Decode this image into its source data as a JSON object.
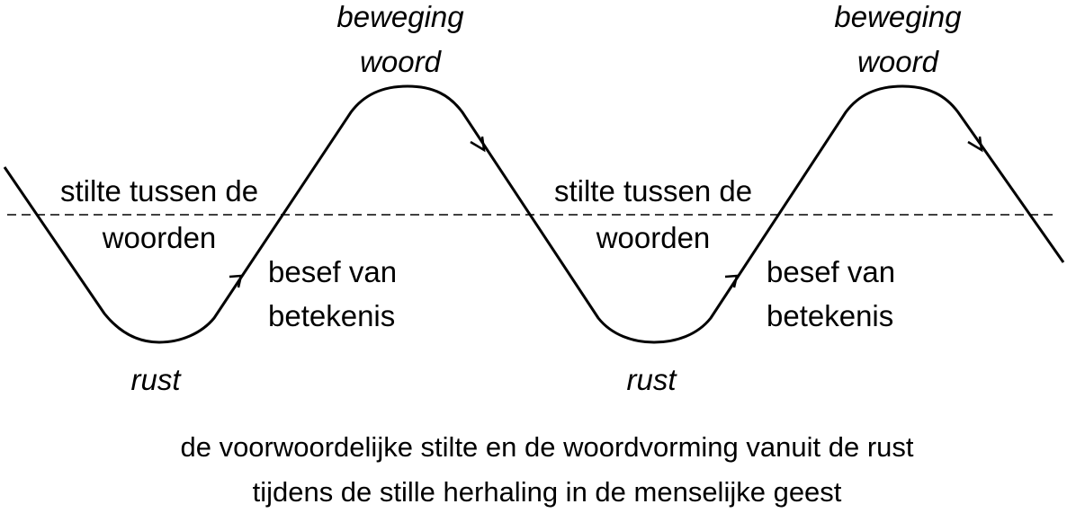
{
  "colors": {
    "line": "#000000",
    "background": "#ffffff"
  },
  "labels": {
    "movement_1": "beweging",
    "word_1": "woord",
    "movement_2": "beweging",
    "word_2": "woord",
    "silence_1_line1": "stilte tussen de",
    "silence_1_line2": "woorden",
    "silence_2_line1": "stilte tussen de",
    "silence_2_line2": "woorden",
    "meaning_1_line1": "besef van",
    "meaning_1_line2": "betekenis",
    "meaning_2_line1": "besef van",
    "meaning_2_line2": "betekenis",
    "rest_1": "rust",
    "rest_2": "rust"
  },
  "caption": {
    "line1": "de voorwoordelijke stilte en de woordvorming vanuit de rust",
    "line2": "tijdens de stille herhaling in de menselijke geest"
  }
}
